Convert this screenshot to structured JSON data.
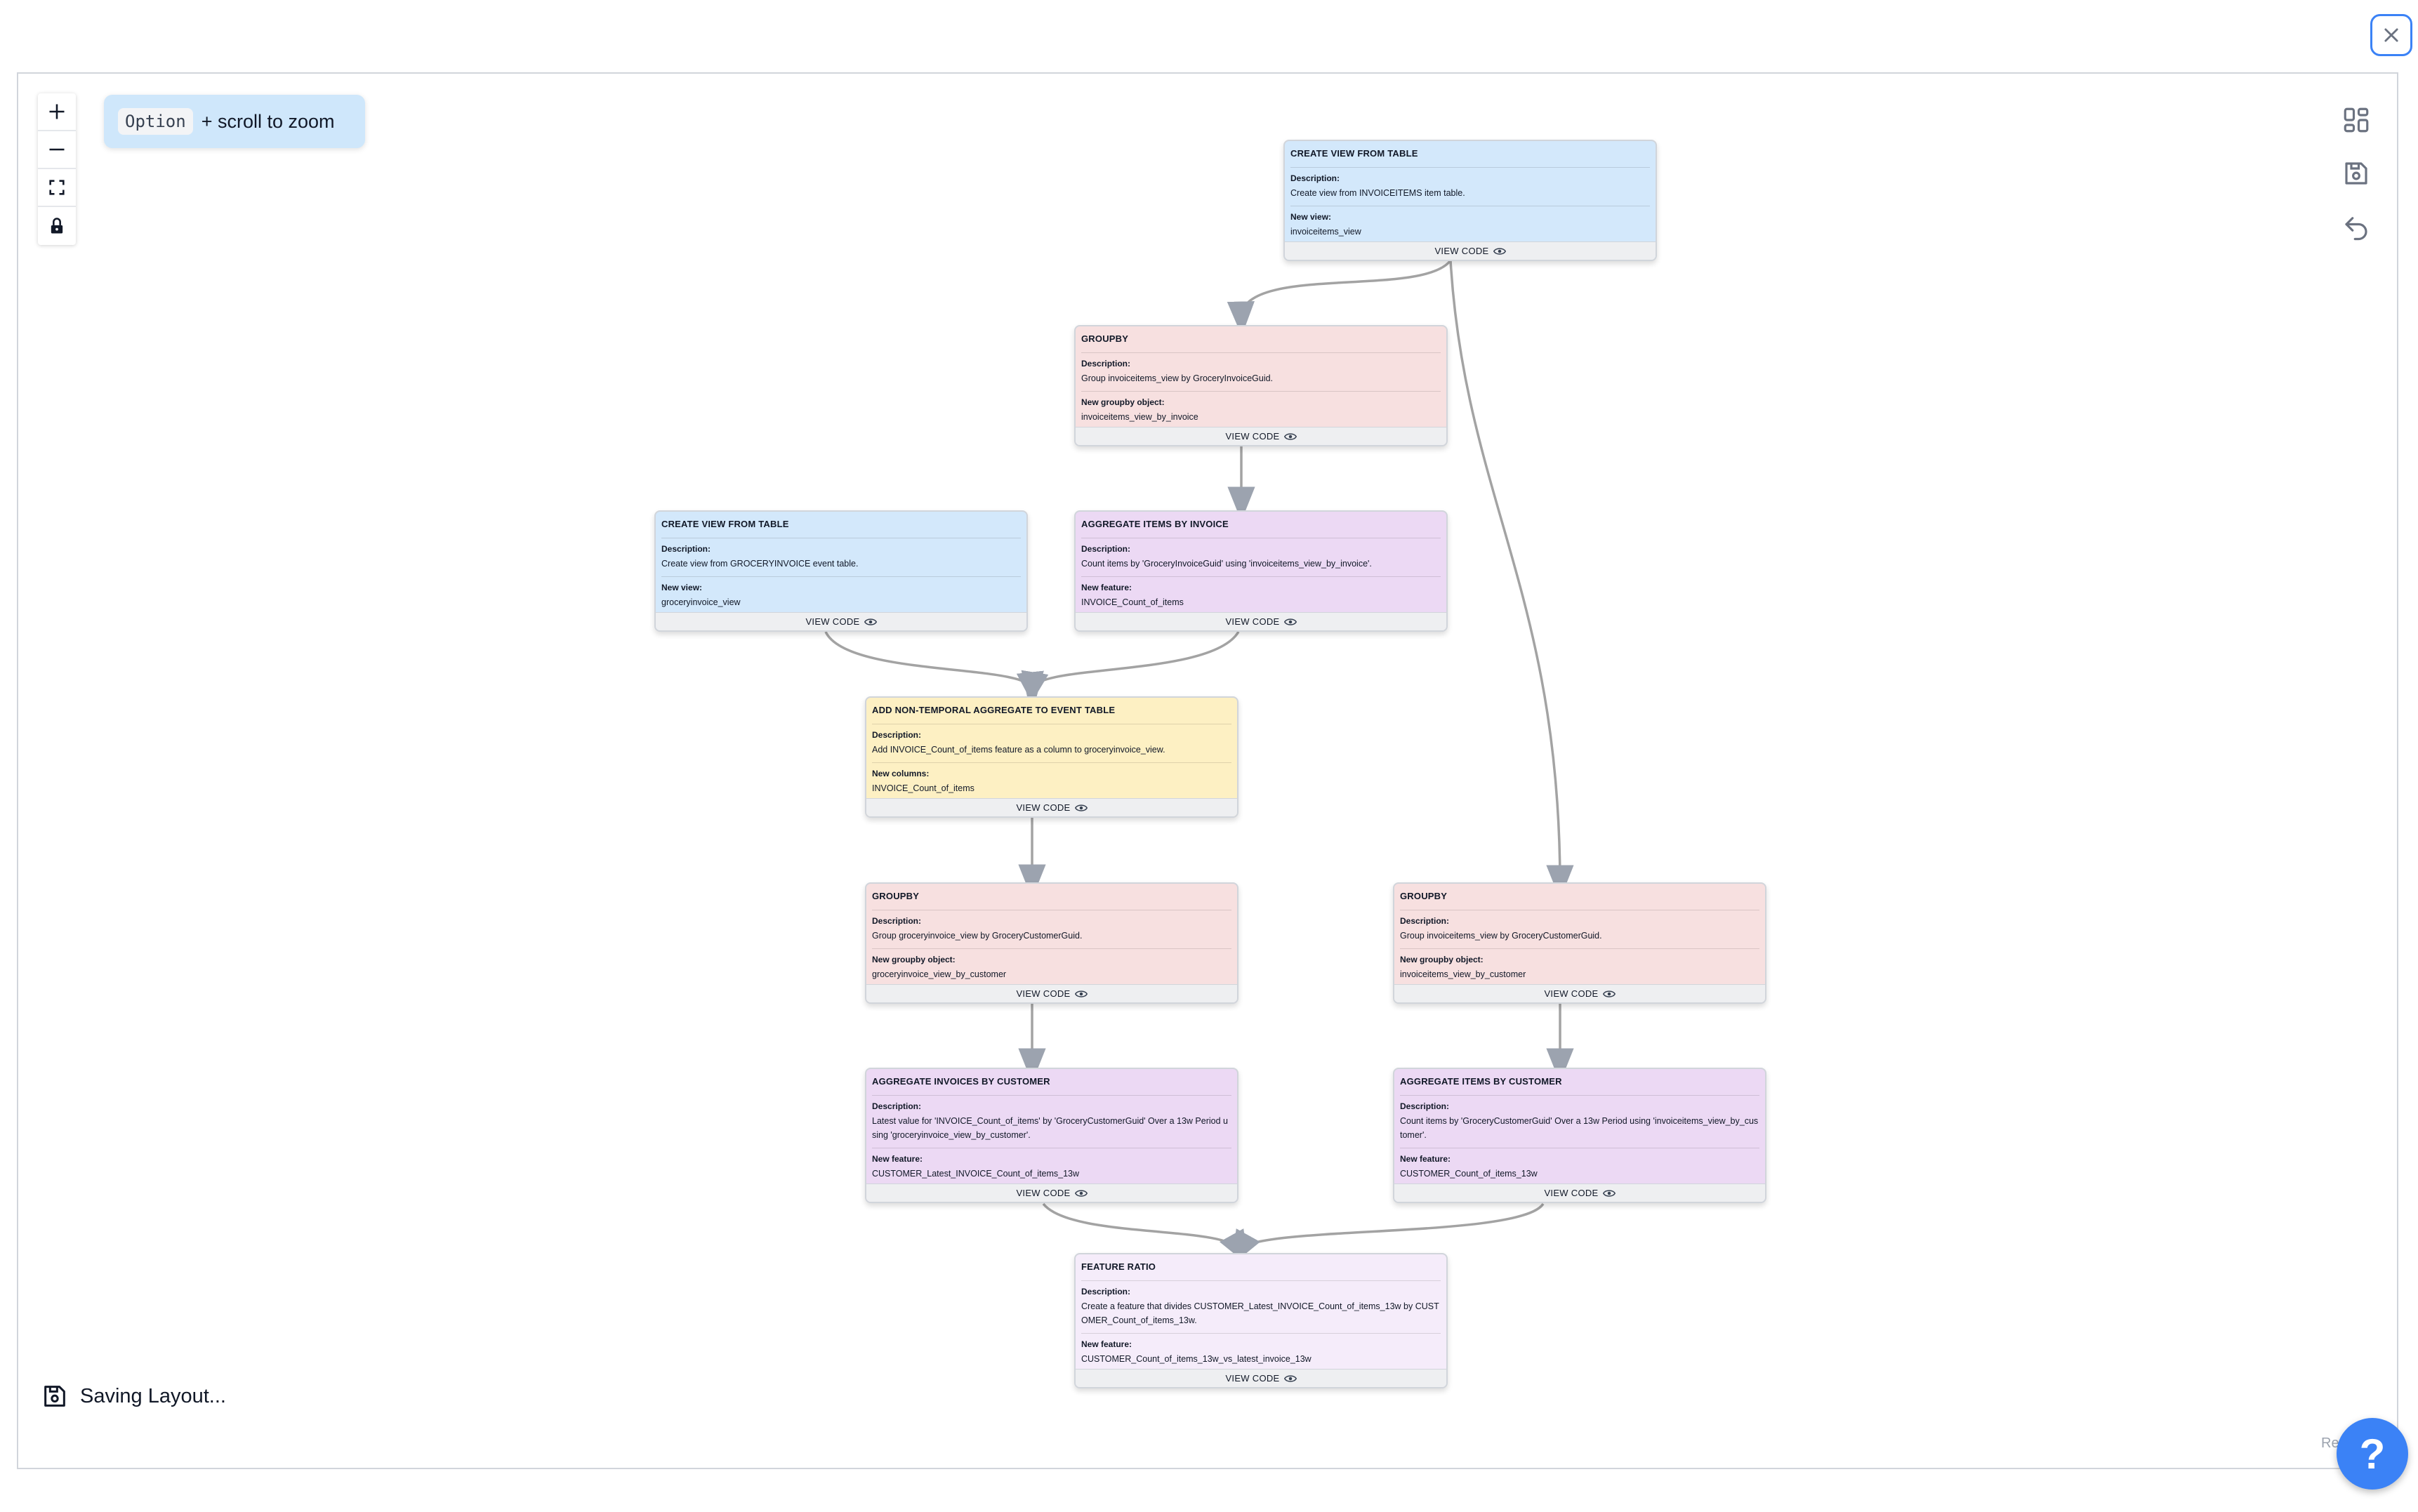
{
  "zoom_hint": {
    "key": "Option",
    "text": "+ scroll to zoom"
  },
  "status": {
    "saving": "Saving Layout..."
  },
  "attribution": "Re",
  "help_label": "?",
  "icons": {
    "close": "close-icon",
    "zoom_in": "plus-icon",
    "zoom_out": "minus-icon",
    "fit_view": "fit-view-icon",
    "lock": "lock-icon",
    "layout": "layout-icon",
    "save": "save-icon",
    "undo": "undo-icon",
    "eye": "eye-icon"
  },
  "colors": {
    "accent": "#3b82f6",
    "create_view": "#d3e8fb",
    "groupby": "#f7e0e0",
    "aggregate": "#ecd9f4",
    "add_aggregate": "#fdf0c3",
    "feature_ratio": "#f5ecfa"
  },
  "nodes": [
    {
      "title": "CREATE VIEW FROM TABLE",
      "label1": "Description:",
      "value1": "Create view from INVOICEITEMS item table.",
      "label2": "New view:",
      "value2": "invoiceitems_view",
      "footer": "VIEW CODE"
    },
    {
      "title": "GROUPBY",
      "label1": "Description:",
      "value1": "Group invoiceitems_view by GroceryInvoiceGuid.",
      "label2": "New groupby object:",
      "value2": "invoiceitems_view_by_invoice",
      "footer": "VIEW CODE"
    },
    {
      "title": "CREATE VIEW FROM TABLE",
      "label1": "Description:",
      "value1": "Create view from GROCERYINVOICE event table.",
      "label2": "New view:",
      "value2": "groceryinvoice_view",
      "footer": "VIEW CODE"
    },
    {
      "title": "AGGREGATE ITEMS BY INVOICE",
      "label1": "Description:",
      "value1": "Count items by 'GroceryInvoiceGuid' using 'invoiceitems_view_by_invoice'.",
      "label2": "New feature:",
      "value2": "INVOICE_Count_of_items",
      "footer": "VIEW CODE"
    },
    {
      "title": "ADD NON-TEMPORAL AGGREGATE TO EVENT TABLE",
      "label1": "Description:",
      "value1": "Add INVOICE_Count_of_items feature as a column to groceryinvoice_view.",
      "label2": "New columns:",
      "value2": "INVOICE_Count_of_items",
      "footer": "VIEW CODE"
    },
    {
      "title": "GROUPBY",
      "label1": "Description:",
      "value1": "Group groceryinvoice_view by GroceryCustomerGuid.",
      "label2": "New groupby object:",
      "value2": "groceryinvoice_view_by_customer",
      "footer": "VIEW CODE"
    },
    {
      "title": "GROUPBY",
      "label1": "Description:",
      "value1": "Group invoiceitems_view by GroceryCustomerGuid.",
      "label2": "New groupby object:",
      "value2": "invoiceitems_view_by_customer",
      "footer": "VIEW CODE"
    },
    {
      "title": "AGGREGATE INVOICES BY CUSTOMER",
      "label1": "Description:",
      "value1": "Latest value for 'INVOICE_Count_of_items' by 'GroceryCustomerGuid' Over a 13w Period using 'groceryinvoice_view_by_customer'.",
      "label2": "New feature:",
      "value2": "CUSTOMER_Latest_INVOICE_Count_of_items_13w",
      "footer": "VIEW CODE"
    },
    {
      "title": "AGGREGATE ITEMS BY CUSTOMER",
      "label1": "Description:",
      "value1": "Count items by 'GroceryCustomerGuid' Over a 13w Period using 'invoiceitems_view_by_customer'.",
      "label2": "New feature:",
      "value2": "CUSTOMER_Count_of_items_13w",
      "footer": "VIEW CODE"
    },
    {
      "title": "FEATURE RATIO",
      "label1": "Description:",
      "value1": "Create a feature that divides CUSTOMER_Latest_INVOICE_Count_of_items_13w by CUSTOMER_Count_of_items_13w.",
      "label2": "New feature:",
      "value2": "CUSTOMER_Count_of_items_13w_vs_latest_invoice_13w",
      "footer": "VIEW CODE"
    }
  ]
}
